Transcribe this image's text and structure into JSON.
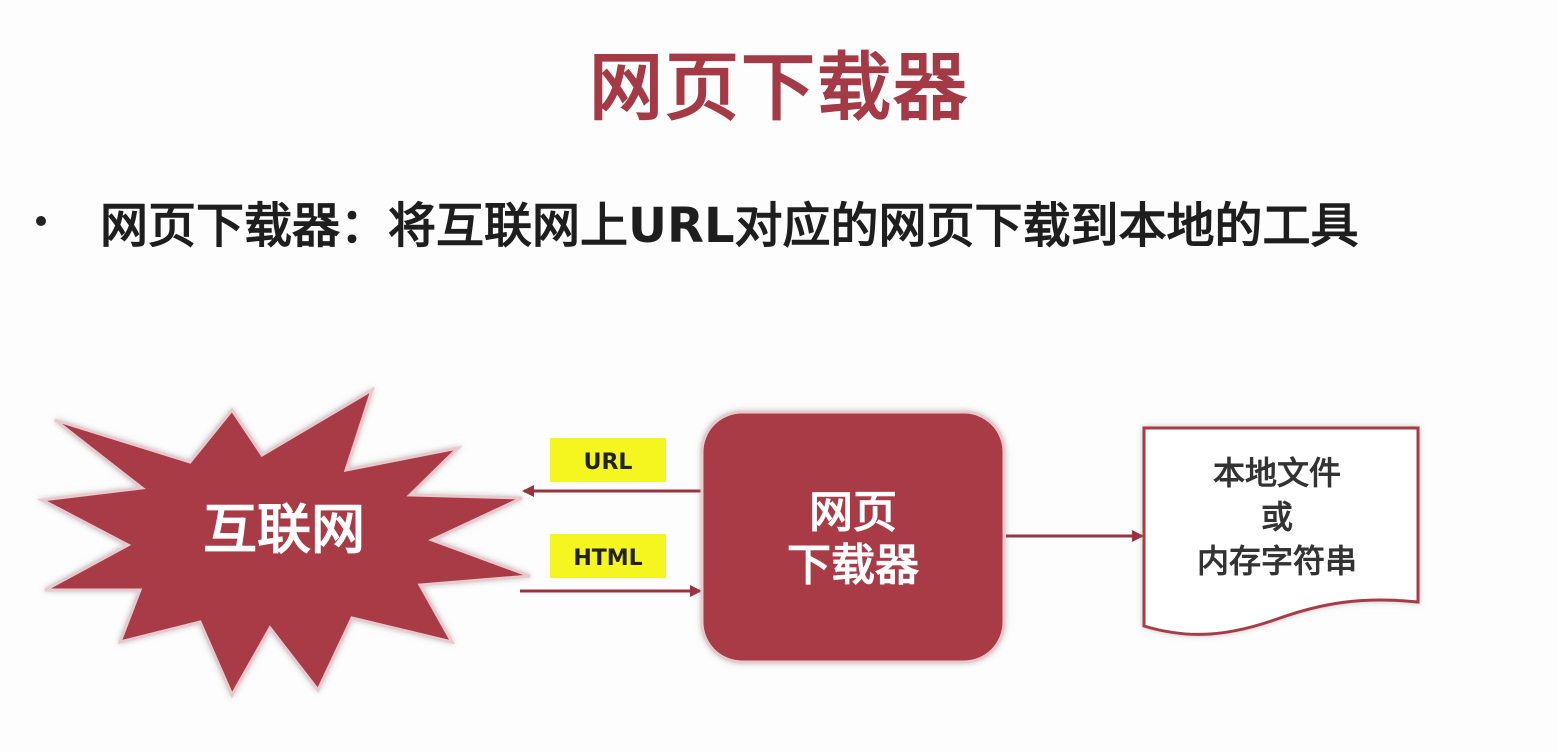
{
  "title": "网页下载器",
  "bullet": {
    "text": "网页下载器：将互联网上URL对应的网页下载到本地的工具"
  },
  "diagram": {
    "internet_label": "互联网",
    "downloader_label_line1": "网页",
    "downloader_label_line2": "下载器",
    "url_tag": "URL",
    "html_tag": "HTML",
    "output_line1": "本地文件",
    "output_line2": "或",
    "output_line3": "内存字符串"
  },
  "colors": {
    "accent": "#a93a47",
    "tag_yellow": "#f5f51f",
    "arrow": "#9a3340"
  }
}
